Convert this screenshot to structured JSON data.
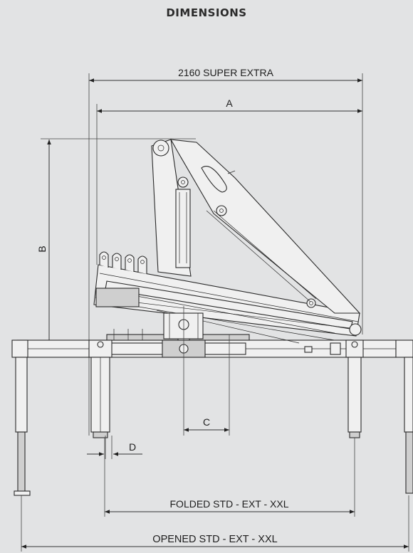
{
  "heading": "DIMENSIONS",
  "labels": {
    "model": "2160 SUPER EXTRA",
    "a": "A",
    "b": "B",
    "c": "C",
    "d": "D",
    "folded": "FOLDED  STD - EXT - XXL",
    "opened": "OPENED  STD - EXT - XXL"
  }
}
